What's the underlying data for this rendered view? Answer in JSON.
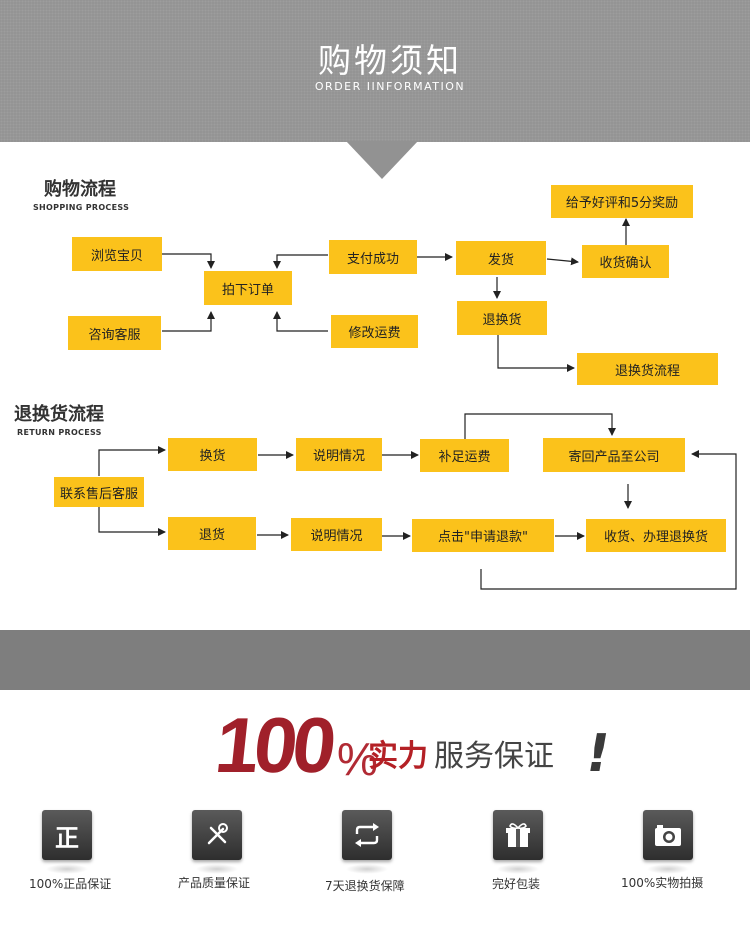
{
  "header": {
    "title": "购物须知",
    "subtitle": "ORDER IINFORMATION"
  },
  "shopping": {
    "title": "购物流程",
    "subtitle": "SHOPPING PROCESS",
    "steps": {
      "browse": "浏览宝贝",
      "consult": "咨询客服",
      "order": "拍下订单",
      "paid": "支付成功",
      "edit_freight": "修改运费",
      "ship": "发货",
      "confirm": "收货确认",
      "rate": "给予好评和5分奖励",
      "return_exchange": "退换货",
      "return_flow": "退换货流程"
    }
  },
  "returns": {
    "title": "退换货流程",
    "subtitle": "RETURN PROCESS",
    "steps": {
      "contact": "联系售后客服",
      "exchange": "换货",
      "explain1": "说明情况",
      "add_freight": "补足运费",
      "send_back": "寄回产品至公司",
      "refund": "退货",
      "explain2": "说明情况",
      "click_refund": "点击\"申请退款\"",
      "receive": "收货、办理退换货"
    }
  },
  "promise": {
    "number": "100",
    "percent": "%",
    "strength": "实力",
    "service": "服务保证",
    "exclaim": "!"
  },
  "guarantees": [
    {
      "icon": "正",
      "label": "100%正品保证"
    },
    {
      "icon": "tools",
      "label": "产品质量保证"
    },
    {
      "icon": "exchange",
      "label": "7天退换货保障"
    },
    {
      "icon": "gift",
      "label": "完好包装"
    },
    {
      "icon": "camera",
      "label": "100%实物拍摄"
    }
  ],
  "colors": {
    "box": "#fbc21b",
    "header": "#929292",
    "band": "#7e7e7e",
    "accent_red": "#a0202a"
  }
}
